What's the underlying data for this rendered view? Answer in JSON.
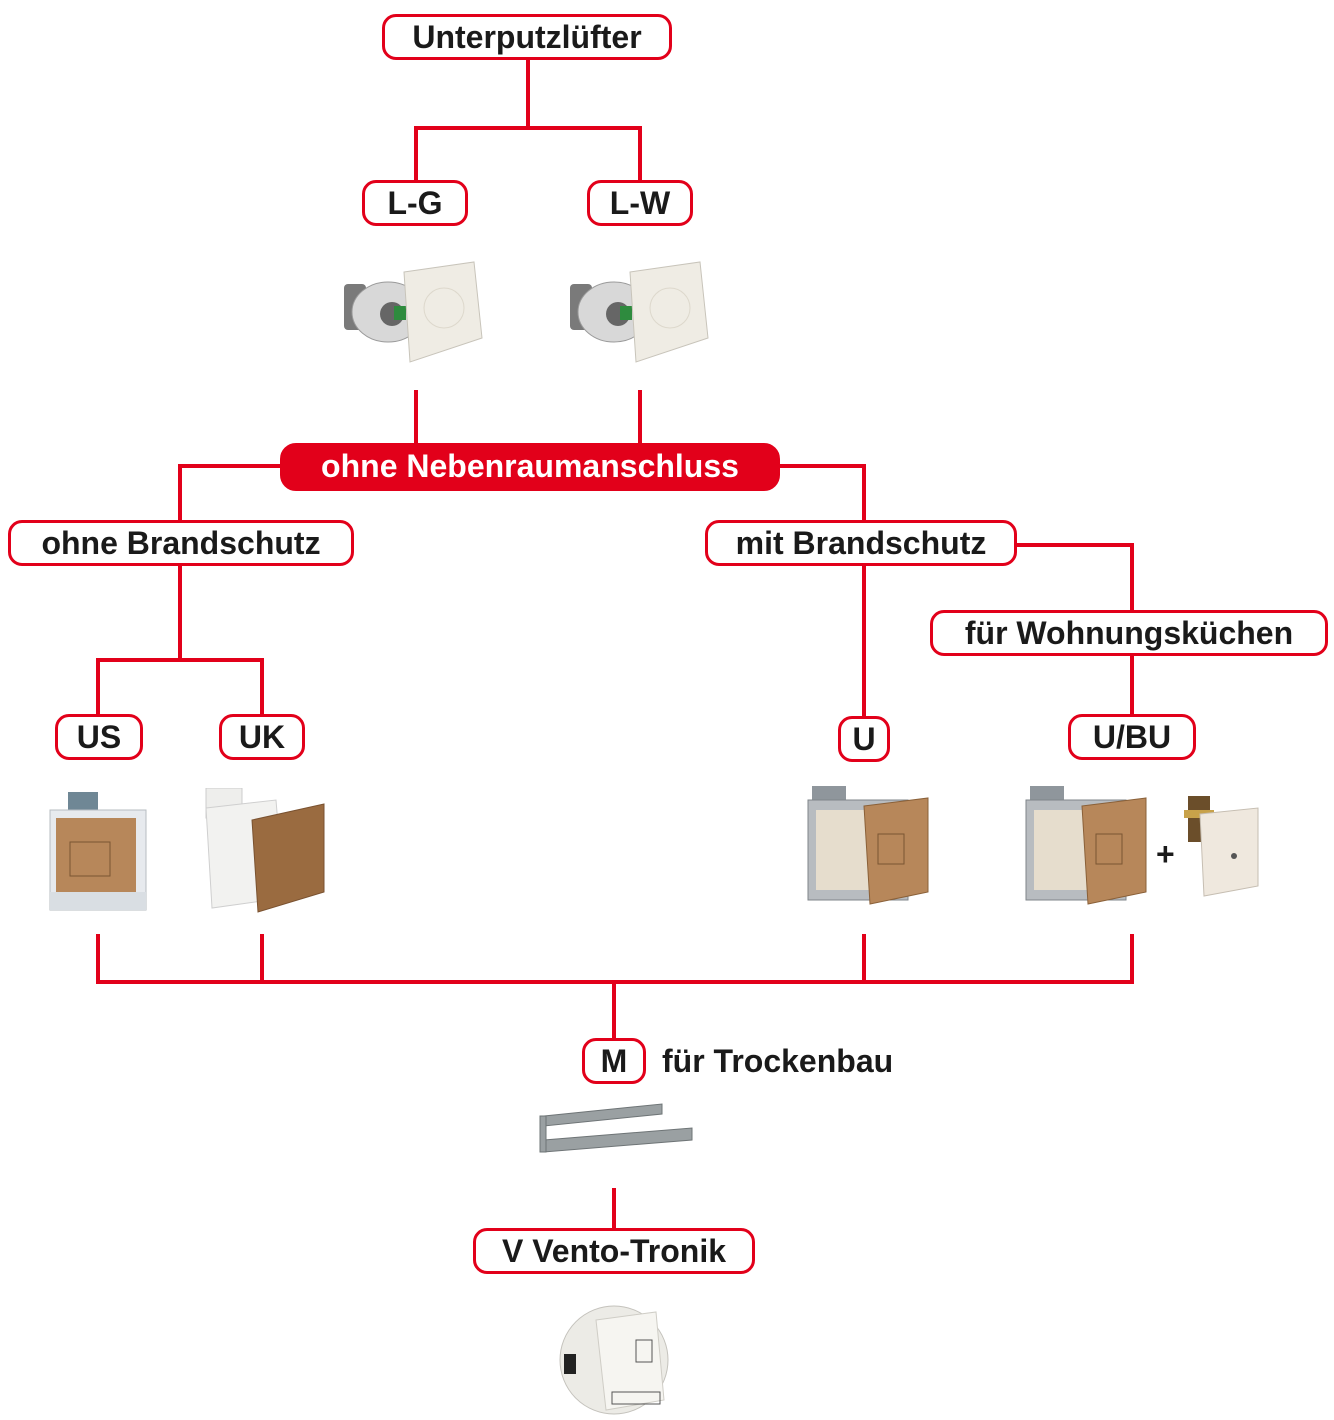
{
  "colors": {
    "accent": "#e2001a",
    "text": "#1a1a1a"
  },
  "nodes": {
    "root": "Unterputzlüfter",
    "lg": "L-G",
    "lw": "L-W",
    "ohne_neben": "ohne Nebenraumanschluss",
    "ohne_brand": "ohne Brandschutz",
    "mit_brand": "mit Brandschutz",
    "wohnungskuechen": "für Wohnungsküchen",
    "us": "US",
    "uk": "UK",
    "u": "U",
    "ubu": "U/BU",
    "m": "M",
    "m_desc": "für Trockenbau",
    "v": "V Vento-Tronik",
    "plus": "+"
  },
  "images": [
    {
      "name": "lg-fan-photo-icon"
    },
    {
      "name": "lw-fan-photo-icon"
    },
    {
      "name": "us-housing-photo-icon"
    },
    {
      "name": "uk-housing-photo-icon"
    },
    {
      "name": "u-housing-photo-icon"
    },
    {
      "name": "ubu-housing-photo-icon"
    },
    {
      "name": "ubu-cover-photo-icon"
    },
    {
      "name": "mounting-rail-photo-icon"
    },
    {
      "name": "vento-tronik-photo-icon"
    }
  ]
}
